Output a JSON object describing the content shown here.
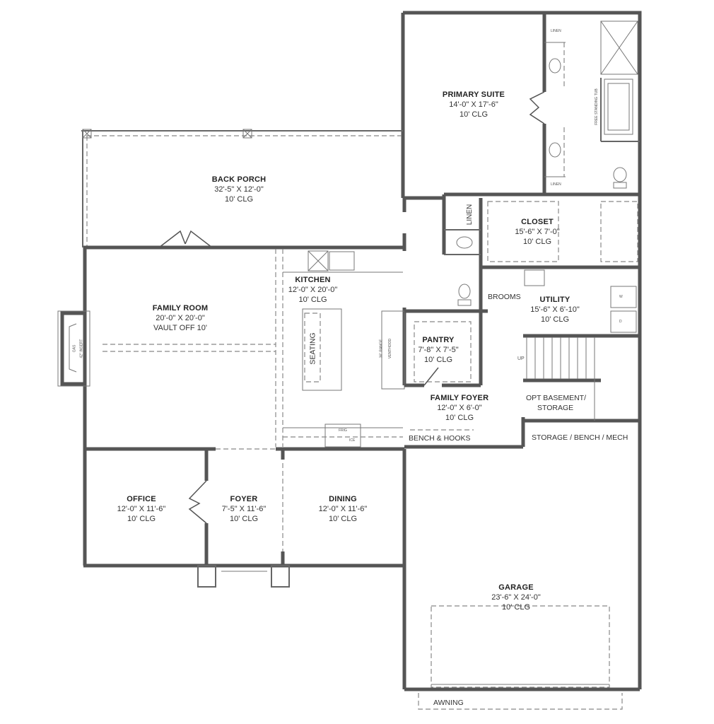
{
  "plan": {
    "rooms": [
      {
        "id": "primary-suite",
        "name": "PRIMARY SUITE",
        "dims": "14'-0\" X 17'-6\"",
        "clg": "10' CLG"
      },
      {
        "id": "back-porch",
        "name": "BACK PORCH",
        "dims": "32'-5\" X 12'-0\"",
        "clg": "10' CLG"
      },
      {
        "id": "closet",
        "name": "CLOSET",
        "dims": "15'-6\" X 7'-0\"",
        "clg": "10' CLG"
      },
      {
        "id": "kitchen",
        "name": "KITCHEN",
        "dims": "12'-0\" X 20'-0\"",
        "clg": "10' CLG"
      },
      {
        "id": "family-room",
        "name": "FAMILY ROOM",
        "dims": "20'-0\" X 20'-0\"",
        "clg": "VAULT OFF 10'"
      },
      {
        "id": "utility",
        "name": "UTILITY",
        "dims": "15'-6\" X 6'-10\"",
        "clg": "10' CLG"
      },
      {
        "id": "pantry",
        "name": "PANTRY",
        "dims": "7'-8\" X 7'-5\"",
        "clg": "10' CLG"
      },
      {
        "id": "family-foyer",
        "name": "FAMILY FOYER",
        "dims": "12'-0\" X 6'-0\"",
        "clg": "10' CLG"
      },
      {
        "id": "office",
        "name": "OFFICE",
        "dims": "12'-0\" X 11'-6\"",
        "clg": "10' CLG"
      },
      {
        "id": "foyer",
        "name": "FOYER",
        "dims": "7'-5\" X 11'-6\"",
        "clg": "10' CLG"
      },
      {
        "id": "dining",
        "name": "DINING",
        "dims": "12'-0\" X 11'-6\"",
        "clg": "10' CLG"
      },
      {
        "id": "garage",
        "name": "GARAGE",
        "dims": "23'-6\" X 24'-0\"",
        "clg": "10' CLG"
      }
    ],
    "notes": {
      "linen_top": "LINEN",
      "linen_bottom": "LINEN",
      "linen_hall": "LINEN",
      "free_standing_tub": "FREE STANDING TUB",
      "brooms": "BROOMS",
      "seating": "SEATING",
      "range": "36\" RANGE",
      "venthood": "VENTHOOD",
      "frig": "FRIG",
      "ice": "ICE",
      "fireplace_gas": "GAS",
      "fireplace_insert": "42\" INSERT",
      "up": "UP",
      "opt_basement": "OPT BASEMENT/",
      "storage": "STORAGE",
      "bench_hooks": "BENCH & HOOKS",
      "storage_bench_mech": "STORAGE / BENCH / MECH",
      "awning": "AWNING",
      "washer": "W",
      "dryer": "D"
    },
    "colors": {
      "wall": "#555555",
      "background": "#ffffff",
      "text": "#222222"
    }
  }
}
